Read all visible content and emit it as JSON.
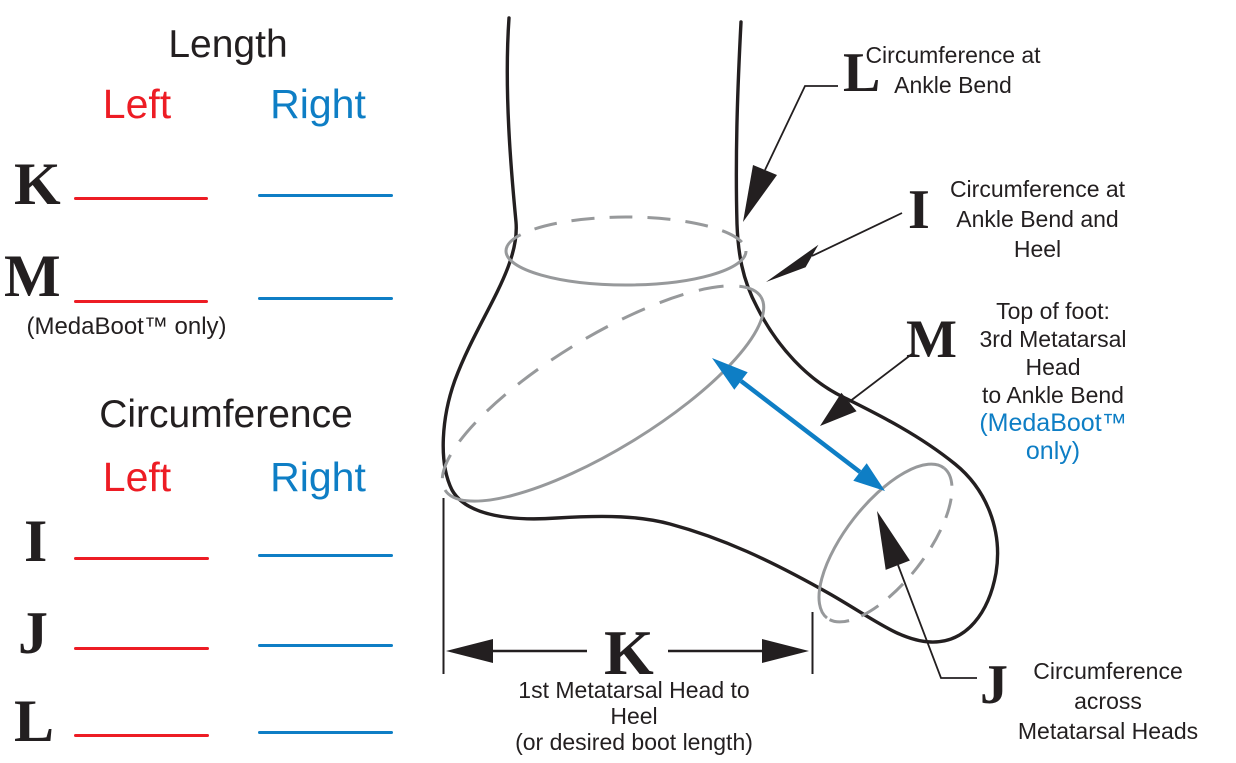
{
  "colors": {
    "red": "#ED1C24",
    "blue": "#0E7EC5",
    "black": "#231F20",
    "gray": "#97999B"
  },
  "form": {
    "length": {
      "title": "Length",
      "columns": {
        "left": "Left",
        "right": "Right"
      },
      "rows": [
        {
          "letter": "K"
        },
        {
          "letter": "M",
          "note": "(MedaBoot™ only)"
        }
      ]
    },
    "circumference": {
      "title": "Circumference",
      "columns": {
        "left": "Left",
        "right": "Right"
      },
      "rows": [
        {
          "letter": "I"
        },
        {
          "letter": "J"
        },
        {
          "letter": "L"
        }
      ]
    }
  },
  "diagram": {
    "annotations": {
      "l": {
        "letter": "L",
        "line1": "Circumference at",
        "line2": "Ankle Bend"
      },
      "i": {
        "letter": "I",
        "line1": "Circumference at",
        "line2": "Ankle Bend and Heel"
      },
      "m": {
        "letter": "M",
        "line1": "Top of foot:",
        "line2": "3rd Metatarsal Head",
        "line3": "to Ankle Bend",
        "note": "(MedaBoot™ only)"
      },
      "j": {
        "letter": "J",
        "line1": "Circumference across",
        "line2": "Metatarsal Heads"
      },
      "k": {
        "letter": "K",
        "line1": "1st Metatarsal Head to Heel",
        "line2": "(or desired boot length)"
      }
    }
  }
}
